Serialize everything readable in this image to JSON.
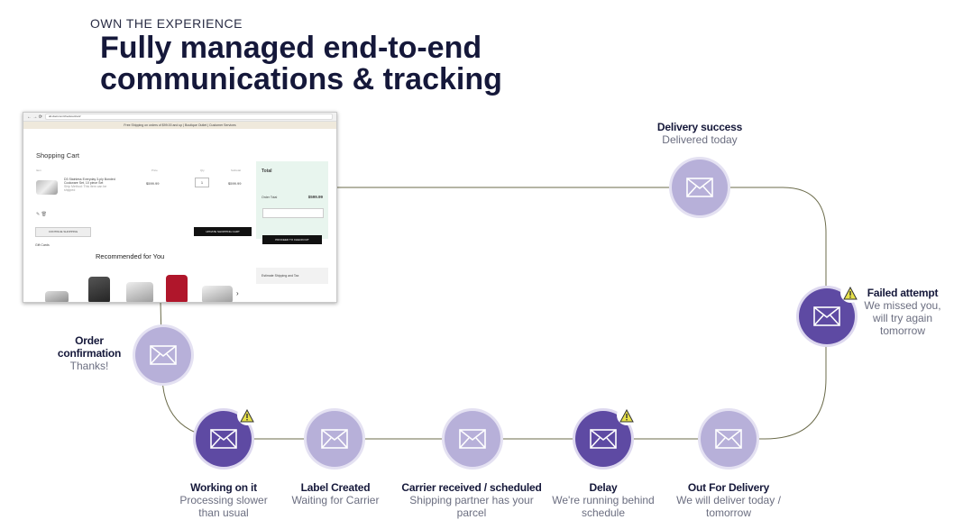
{
  "header": {
    "eyebrow": "OWN THE EXPERIENCE",
    "title_line1": "Fully managed end-to-end",
    "title_line2": "communications & tracking"
  },
  "screenshot": {
    "url": "all-clad.com/checkout/cart/",
    "promo": "Free Shipping on orders of $99.00 and up | Boutique Outlet | Customer Services",
    "cart_title": "Shopping Cart",
    "col_item": "Item",
    "col_price": "Price",
    "col_qty": "Qty",
    "col_subtotal": "Subtotal",
    "item_name": "D3 Stainless Everyday 3-ply Bonded Cookware Set, 10 piece Set",
    "item_note": "Ship Method: This item can be shipped",
    "item_price": "$599.99",
    "item_qty": "1",
    "item_subtotal": "$599.99",
    "total_label": "Total",
    "order_total_label": "Order Total",
    "order_total_value": "$599.99",
    "proceed": "PROCEED TO CHECKOUT",
    "continue": "CONTINUE SHOPPING",
    "update": "UPDATE SHOPPING CART",
    "gift": "Gift Cards",
    "recommended": "Recommended for You",
    "estimate": "Estimate Shipping and Tax"
  },
  "steps": {
    "order": {
      "title1": "Order",
      "title2": "confirmation",
      "sub1": "Thanks!"
    },
    "working": {
      "title": "Working on it",
      "sub1": "Processing slower",
      "sub2": "than usual"
    },
    "label": {
      "title": "Label Created",
      "sub1": "Waiting for Carrier"
    },
    "carrier": {
      "title": "Carrier received / scheduled",
      "sub1": "Shipping partner has your",
      "sub2": "parcel"
    },
    "delay": {
      "title": "Delay",
      "sub1": "We're running behind",
      "sub2": "schedule"
    },
    "out": {
      "title": "Out For Delivery",
      "sub1": "We will deliver today /",
      "sub2": "tomorrow"
    },
    "failed": {
      "title": "Failed attempt",
      "sub1": "We missed you,",
      "sub2": "will try again",
      "sub3": "tomorrow"
    },
    "success": {
      "title": "Delivery success",
      "sub1": "Delivered today"
    }
  },
  "colors": {
    "light_node": "#b7b0d9",
    "dark_node": "#5e4aa3",
    "path_line": "#6b6b4a",
    "warning": "#e6e04a"
  },
  "icons": {
    "node": "envelope-icon",
    "alert": "warning-icon"
  }
}
